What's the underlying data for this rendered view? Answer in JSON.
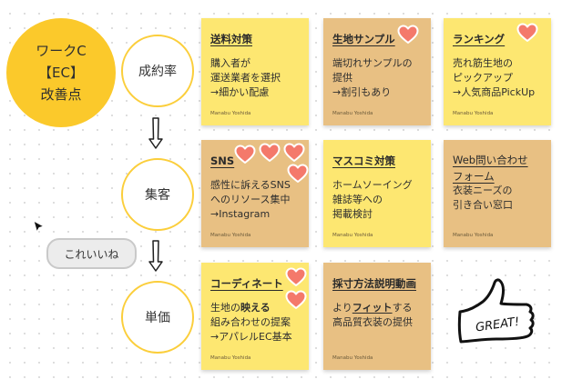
{
  "board": {
    "main_topic": {
      "line1": "ワークC",
      "line2": "【EC】",
      "line3": "改善点",
      "color": "#fbc92b"
    },
    "categories": [
      {
        "label": "成約率"
      },
      {
        "label": "集客"
      },
      {
        "label": "単価"
      }
    ],
    "notes": [
      {
        "title": "送料対策",
        "body": "購入者が\n運送業者を選択\n→細かい配慮",
        "author": "Manabu Yoshida",
        "color": "#fde771",
        "likes": 0
      },
      {
        "title": "生地サンプル",
        "body": "端切れサンプルの\n提供\n→割引もあり",
        "author": "Manabu Yoshida",
        "color": "#e8c083",
        "likes": 1
      },
      {
        "title": "ランキング",
        "body": "売れ筋生地の\nピックアップ\n→人気商品PickUp",
        "author": "Manabu Yoshida",
        "color": "#fde771",
        "likes": 1
      },
      {
        "title": "SNS",
        "body": "感性に訴えるSNS\nへのリソース集中\n→Instagram",
        "author": "Manabu Yoshida",
        "color": "#e8c083",
        "likes": 4
      },
      {
        "title": "マスコミ対策",
        "body": "ホームソーイング\n雑誌等への\n掲載検討",
        "author": "Manabu Yoshida",
        "color": "#fde771",
        "likes": 0
      },
      {
        "title": "Web問い合わせフォーム",
        "body": "衣装ニーズの\n引き合い窓口",
        "author": "Manabu Yoshida",
        "color": "#e8c083",
        "likes": 0
      },
      {
        "title": "コーディネート",
        "body_prefix": "生地の",
        "body_strong": "映える",
        "body_rest": "\n組み合わせの提案\n→アパレルEC基本",
        "author": "Manabu Yoshida",
        "color": "#fde771",
        "likes": 2
      },
      {
        "title": "採寸方法説明動画",
        "body_prefix": "より",
        "body_strong": "フィット",
        "body_rest": "する\n高品質衣装の提供",
        "author": "Manabu Yoshida",
        "color": "#e8c083",
        "likes": 0
      }
    ],
    "comment_bubble": {
      "text": "これいいね"
    },
    "sticker": {
      "text": "GREAT!",
      "icon": "thumbs-up-icon"
    },
    "heart_color": "#f4796b"
  }
}
